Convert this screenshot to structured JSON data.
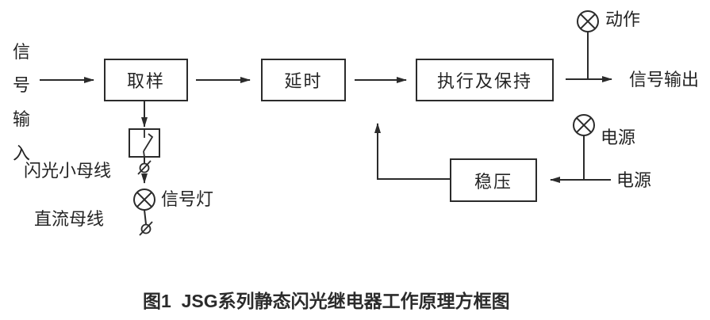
{
  "diagram": {
    "input_chars": [
      "信",
      "号",
      "输",
      "入"
    ],
    "blocks": {
      "sampling": "取样",
      "delay": "延时",
      "execute_hold": "执行及保持",
      "regulate": "稳压"
    },
    "labels": {
      "signal_output": "信号输出",
      "action_lamp": "动作",
      "power_lamp": "电源",
      "power_source": "电源",
      "signal_lamp": "信号灯",
      "flash_bus": "闪光小母线",
      "dc_bus": "直流母线"
    },
    "caption": "图1  JSG系列静态闪光继电器工作原理方框图",
    "colors": {
      "line": "#2b2b2b",
      "text": "#242424",
      "background": "#ffffff"
    }
  }
}
